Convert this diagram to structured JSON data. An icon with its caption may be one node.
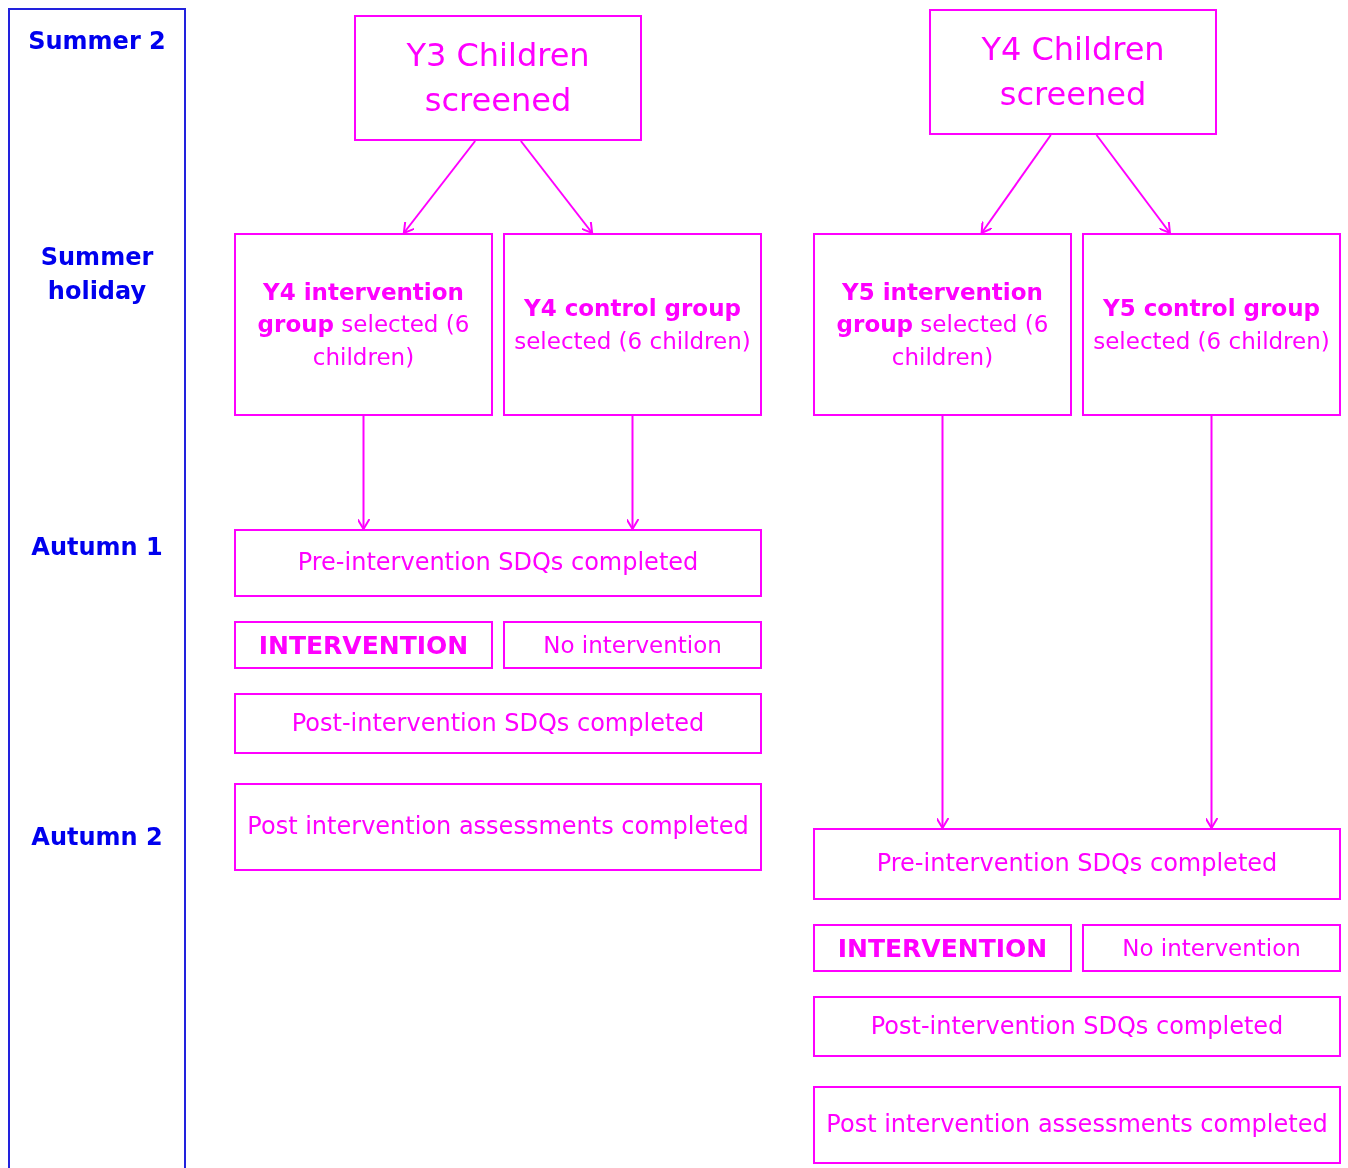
{
  "diagram": {
    "nodes": [
      {
        "text": [
          "Summer 2",
          "Summer holiday",
          "Autumn 1",
          "Autumn 2"
        ]
      },
      {
        "text": [
          "Y3 Children screened"
        ]
      },
      {
        "text": [
          "Y4 Children screened"
        ]
      },
      {
        "text": [
          "**Y4 intervention group** selected (6 children)"
        ]
      },
      {
        "text": [
          "**Y4 control group** selected (6 children)"
        ]
      },
      {
        "text": [
          "**Y5 intervention group** selected (6 children)"
        ]
      },
      {
        "text": [
          "**Y5 control group** selected (6 children)"
        ]
      },
      {
        "text": [
          "Pre-intervention SDQs completed"
        ]
      },
      {
        "text": [
          "INTERVENTION"
        ]
      },
      {
        "text": [
          "No intervention"
        ]
      },
      {
        "text": [
          "Post-intervention SDQs completed"
        ]
      },
      {
        "text": [
          "Post intervention assessments completed"
        ]
      },
      {
        "text": [
          "Pre-intervention SDQs completed"
        ]
      },
      {
        "text": [
          "INTERVENTION"
        ]
      },
      {
        "text": [
          "No intervention"
        ]
      },
      {
        "text": [
          "Post-intervention SDQs completed"
        ]
      },
      {
        "text": [
          "Post intervention assessments completed"
        ]
      }
    ],
    "edges": [
      {
        "from": 1,
        "to": 3,
        "arrow": "to"
      },
      {
        "from": 1,
        "to": 4,
        "arrow": "to"
      },
      {
        "from": 2,
        "to": 5,
        "arrow": "to"
      },
      {
        "from": 2,
        "to": 6,
        "arrow": "to"
      },
      {
        "from": 3,
        "to": 7,
        "arrow": "to"
      },
      {
        "from": 4,
        "to": 7,
        "arrow": "to"
      },
      {
        "from": 5,
        "to": 12,
        "arrow": "to"
      },
      {
        "from": 6,
        "to": 12,
        "arrow": "to"
      }
    ]
  }
}
